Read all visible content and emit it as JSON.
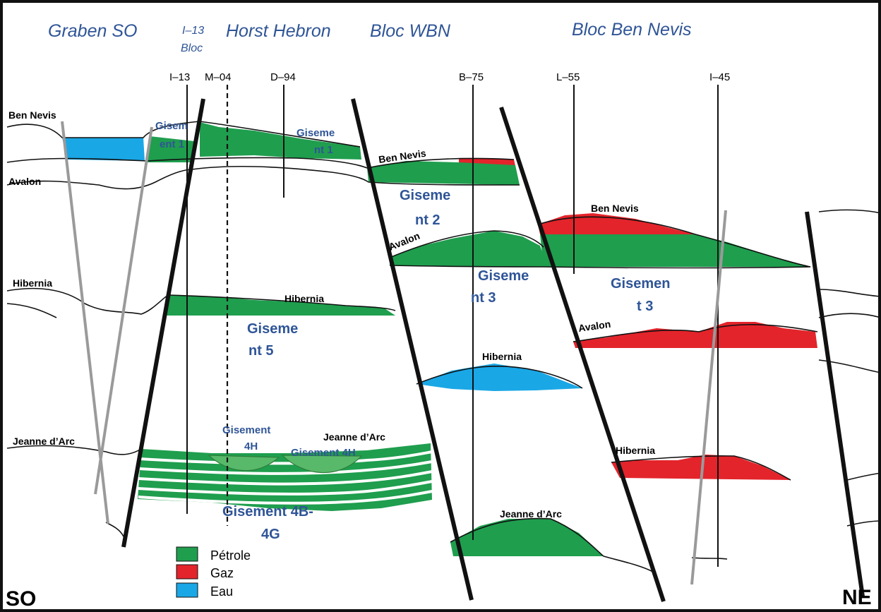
{
  "colors": {
    "oil": "#1f9e4e",
    "gas": "#e3242b",
    "water": "#1aa7e6",
    "oil_light": "#58b96a",
    "label_blue": "#2f5597",
    "frame": "#111111"
  },
  "blocks": {
    "graben_so": "Graben SO",
    "bloc_i13_line1": "I–13",
    "bloc_i13_line2": "Bloc",
    "horst_hebron": "Horst Hebron",
    "bloc_wbn": "Bloc WBN",
    "bloc_ben_nevis": "Bloc Ben Nevis"
  },
  "wells": {
    "i13": "I–13",
    "m04": "M–04",
    "d94": "D–94",
    "b75": "B–75",
    "l55": "L–55",
    "i45": "I–45"
  },
  "horizons": {
    "ben_nevis_west": "Ben Nevis",
    "avalon_west": "Avalon",
    "hibernia_west": "Hibernia",
    "jeanne_west": "Jeanne d’Arc",
    "ben_nevis_wbn": "Ben Nevis",
    "avalon_wbn": "Avalon",
    "hibernia_horst": "Hibernia",
    "hibernia_wbn": "Hibernia",
    "jeanne_horst": "Jeanne d’Arc",
    "jeanne_wbn": "Jeanne d’Arc",
    "ben_nevis_east": "Ben Nevis",
    "avalon_east": "Avalon",
    "hibernia_east": "Hibernia"
  },
  "pools": {
    "g1_left_line1": "Gisem",
    "g1_left_line2": "ent 1",
    "g1_right_line1": "Giseme",
    "g1_right_line2": "nt 1",
    "g2_line1": "Giseme",
    "g2_line2": "nt 2",
    "g3_mid_line1": "Giseme",
    "g3_mid_line2": "nt 3",
    "g3_east_line1": "Gisemen",
    "g3_east_line2": "t 3",
    "g5_line1": "Giseme",
    "g5_line2": "nt 5",
    "g4h_left_line1": "Gisement",
    "g4h_left_line2": "4H",
    "g4h_right": "Gisement 4H",
    "g4bg_line1": "Gisement 4B-",
    "g4bg_line2": "4G"
  },
  "legend": {
    "oil": "Pétrole",
    "gas": "Gaz",
    "water": "Eau"
  },
  "corners": {
    "left": "SO",
    "right": "NE"
  }
}
